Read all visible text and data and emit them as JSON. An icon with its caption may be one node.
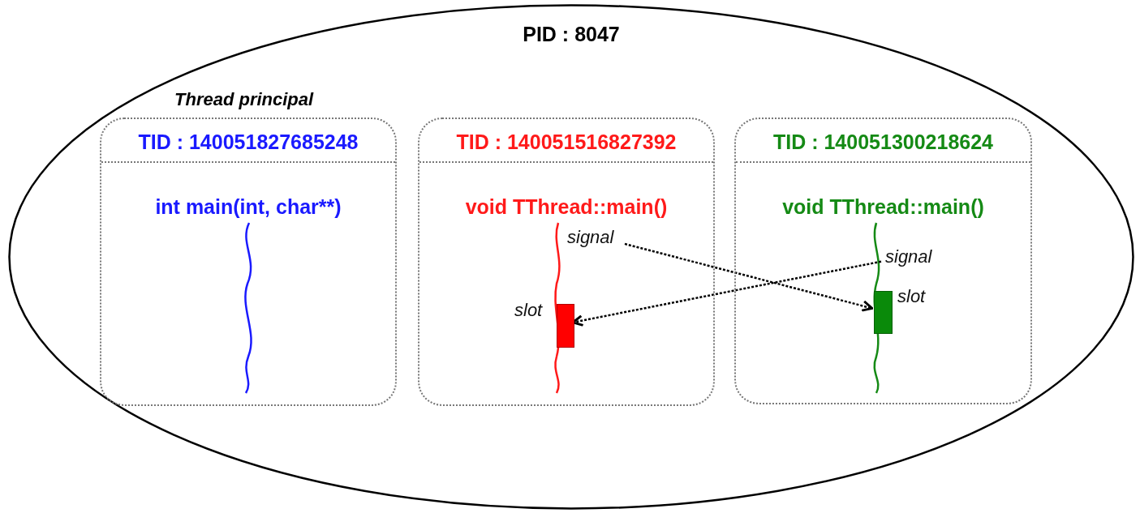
{
  "diagram": {
    "nodes": [
      {
        "text": [
          "PID : 8047"
        ]
      },
      {
        "text": [
          "TID : 140051827685248",
          "int main(int, char**)"
        ],
        "beside": [
          "Thread principal"
        ],
        "in": 0
      },
      {
        "text": [
          "TID : 140051516827392",
          "void TThread::main()"
        ],
        "in": 0
      },
      {
        "text": [
          "signal"
        ],
        "in": 2
      },
      {
        "text": [],
        "shape": "bar",
        "beside": [
          "slot"
        ],
        "in": 2
      },
      {
        "text": [
          "TID : 140051300218624",
          "void TThread::main()"
        ],
        "in": 0
      },
      {
        "text": [
          "signal"
        ],
        "in": 5
      },
      {
        "text": [],
        "shape": "bar",
        "beside": [
          "slot"
        ],
        "in": 5
      }
    ],
    "edges": [
      {
        "from": 3,
        "to": 7,
        "arrow": "to",
        "style": "dashed"
      },
      {
        "from": 6,
        "to": 4,
        "arrow": "to",
        "style": "dashed"
      }
    ]
  }
}
